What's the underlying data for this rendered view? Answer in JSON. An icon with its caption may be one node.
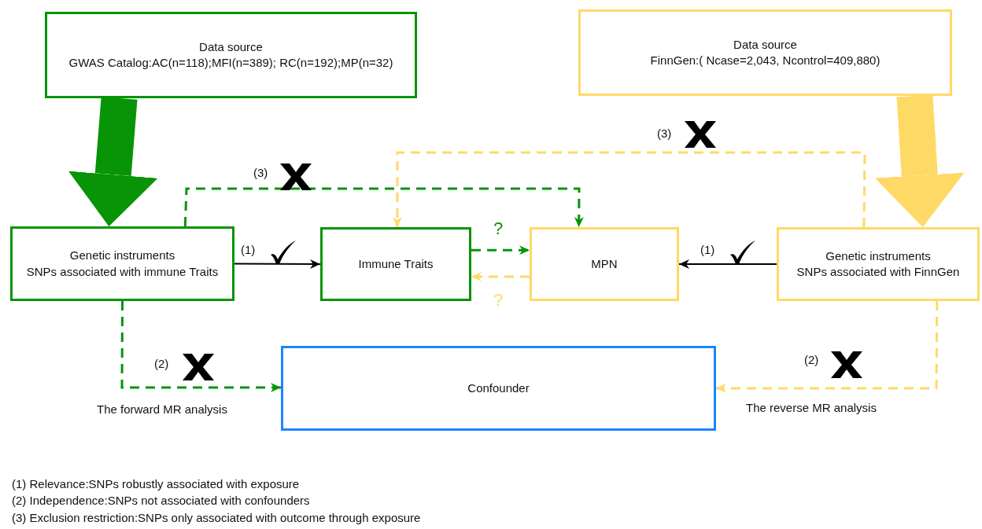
{
  "diagram": {
    "nodes": [
      {
        "text": [
          "Data source",
          "GWAS Catalog:AC(n=118);MFI(n=389); RC(n=192);MP(n=32)"
        ]
      },
      {
        "text": [
          "Data source",
          "FinnGen:( Ncase=2,043, Ncontrol=409,880)"
        ]
      },
      {
        "text": [
          "Genetic instruments",
          "SNPs associated with immune Traits"
        ]
      },
      {
        "text": [
          "Immune Traits"
        ]
      },
      {
        "text": [
          "MPN"
        ]
      },
      {
        "text": [
          "Genetic instruments",
          "SNPs associated with FinnGen"
        ]
      },
      {
        "text": [
          "Confounder"
        ]
      }
    ],
    "edges": [
      {
        "from": 0,
        "to": 2,
        "arrow": "to",
        "style": "thick",
        "color": "#079407"
      },
      {
        "from": 1,
        "to": 5,
        "arrow": "to",
        "style": "thick",
        "color": "#ffd966"
      },
      {
        "from": 2,
        "to": 3,
        "arrow": "to",
        "label": "(1)",
        "color": "#000000"
      },
      {
        "from": 5,
        "to": 4,
        "arrow": "to",
        "label": "(1)",
        "color": "#000000"
      },
      {
        "from": 2,
        "to": 4,
        "arrow": "to",
        "label": "(3)",
        "style": "dashed",
        "color": "#079407"
      },
      {
        "from": 5,
        "to": 3,
        "arrow": "to",
        "label": "(3)",
        "style": "dashed",
        "color": "#ffd966"
      },
      {
        "from": 3,
        "to": 4,
        "arrow": "to",
        "label": "?",
        "style": "dashed",
        "color": "#079407"
      },
      {
        "from": 4,
        "to": 3,
        "arrow": "to",
        "label": "?",
        "style": "dashed",
        "color": "#ffd966"
      },
      {
        "from": 2,
        "to": 6,
        "arrow": "to",
        "label": "(2)",
        "style": "dashed",
        "color": "#079407"
      },
      {
        "from": 5,
        "to": 6,
        "arrow": "to",
        "label": "(2)",
        "style": "dashed",
        "color": "#ffd966"
      }
    ],
    "labels": [
      "The forward MR analysis",
      "The reverse MR analysis",
      "(1) Relevance:SNPs robustly associated with exposure",
      "(2) Independence:SNPs not associated with confounders",
      "(3) Exclusion restriction:SNPs only associated with outcome through exposure"
    ]
  }
}
